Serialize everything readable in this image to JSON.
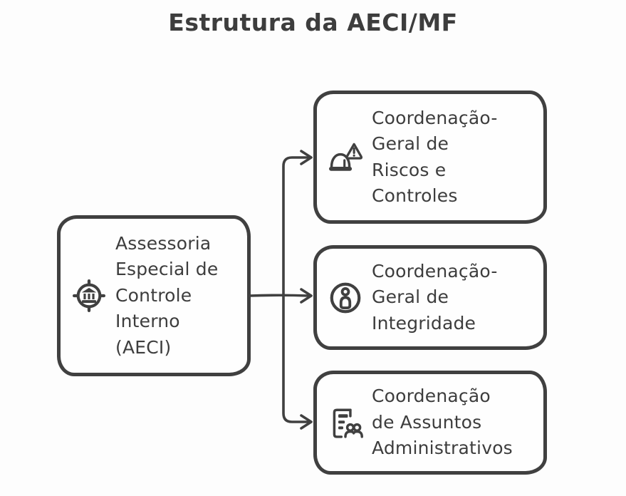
{
  "title": "Estrutura da AECI/MF",
  "colors": {
    "background": "#fdfdfd",
    "node_fill": "#fefefe",
    "stroke": "#404040",
    "text": "#3d3d3d"
  },
  "nodes": {
    "root": {
      "label": "Assessoria\nEspecial de\nControle\nInterno\n(AECI)",
      "icon": "landmark-target-icon"
    },
    "children": [
      {
        "id": "riscos",
        "label": "Coordenação-\nGeral de\nRiscos e\nControles",
        "icon": "safety-helmet-warning-icon"
      },
      {
        "id": "integridade",
        "label": "Coordenação-\nGeral de\nIntegridade",
        "icon": "person-in-circle-icon"
      },
      {
        "id": "administrativos",
        "label": "Coordenação\nde Assuntos\nAdministrativos",
        "icon": "document-people-icon"
      }
    ]
  },
  "edges": [
    {
      "from": "Assessoria Especial de Controle Interno (AECI)",
      "to": "Coordenação-Geral de Riscos e Controles",
      "arrow": "right"
    },
    {
      "from": "Assessoria Especial de Controle Interno (AECI)",
      "to": "Coordenação-Geral de Integridade",
      "arrow": "right"
    },
    {
      "from": "Assessoria Especial de Controle Interno (AECI)",
      "to": "Coordenação de Assuntos Administrativos",
      "arrow": "right"
    }
  ]
}
